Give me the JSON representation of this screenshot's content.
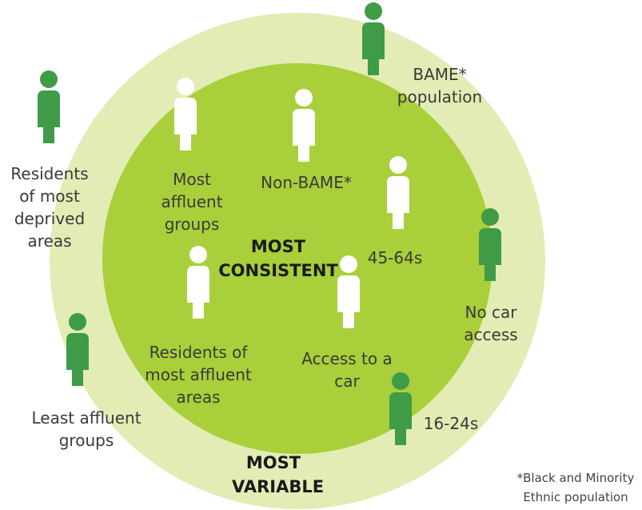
{
  "colors": {
    "outer_ring": "#e2ecb4",
    "inner_circle": "#a9cf3a",
    "variable_person": "#3f9b45",
    "consistent_person": "#ffffff"
  },
  "center_label": [
    "MOST",
    "CONSISTENT"
  ],
  "outer_label": [
    "MOST",
    "VARIABLE"
  ],
  "consistent_groups": [
    {
      "lines": [
        "Most",
        "affluent",
        "groups"
      ],
      "icon": "person-icon"
    },
    {
      "lines": [
        "Non-BAME*"
      ],
      "icon": "person-icon"
    },
    {
      "lines": [
        "45-64s"
      ],
      "icon": "person-icon"
    },
    {
      "lines": [
        "Residents of",
        "most affluent",
        "areas"
      ],
      "icon": "person-icon"
    },
    {
      "lines": [
        "Access to a",
        "car"
      ],
      "icon": "person-icon"
    }
  ],
  "variable_groups": [
    {
      "lines": [
        "BAME*",
        "population"
      ],
      "icon": "person-icon"
    },
    {
      "lines": [
        "Residents",
        "of most",
        "deprived",
        "areas"
      ],
      "icon": "person-icon"
    },
    {
      "lines": [
        "No car",
        "access"
      ],
      "icon": "person-icon"
    },
    {
      "lines": [
        "Least affluent",
        "groups"
      ],
      "icon": "person-icon"
    },
    {
      "lines": [
        "16-24s"
      ],
      "icon": "person-icon"
    }
  ],
  "footnote": [
    "*Black and Minority",
    "Ethnic population"
  ]
}
